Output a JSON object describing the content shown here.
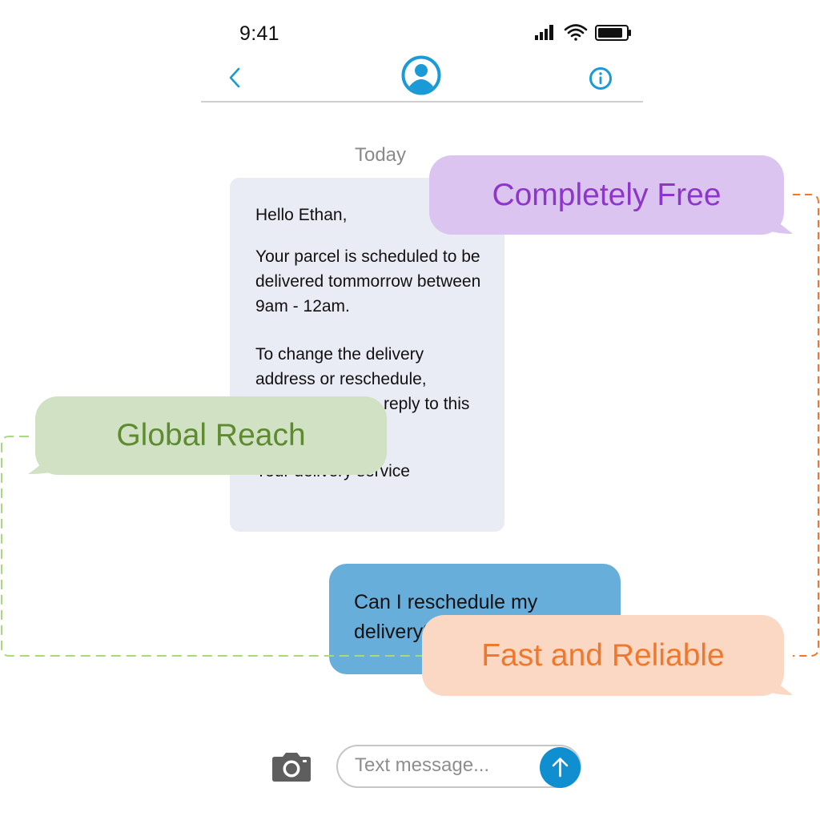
{
  "status_bar": {
    "time": "9:41",
    "icons": [
      "signal-icon",
      "wifi-icon",
      "battery-icon"
    ]
  },
  "nav": {
    "back_icon": "chevron-left-icon",
    "avatar_icon": "user-avatar-icon",
    "info_icon": "info-icon",
    "accent_color": "#1a9ad6"
  },
  "conversation": {
    "day_label": "Today",
    "incoming": {
      "greeting": "Hello Ethan,",
      "body_1": "Your parcel is scheduled to be delivered tommorrow between 9am - 12am.",
      "body_2a": "To change the delivery address or reschedule,",
      "body_2b": "reply to this",
      "signoff": "Your delivery service",
      "bubble_color": "#e9ecf4"
    },
    "outgoing": {
      "text": "Can I reschedule my delivery?",
      "bubble_color": "#68aedb"
    }
  },
  "callouts": {
    "free": {
      "text": "Completely Free",
      "bg": "#dcc4f0",
      "color": "#8e36cc"
    },
    "global": {
      "text": "Global Reach",
      "bg": "#d1e2c4",
      "color": "#5e8b2f"
    },
    "fast": {
      "text": "Fast and Reliable",
      "bg": "#fad8c4",
      "color": "#f0782c"
    }
  },
  "composer": {
    "camera_icon": "camera-icon",
    "placeholder": "Text message...",
    "send_icon": "arrow-up-icon",
    "send_color": "#0f8fd0"
  }
}
